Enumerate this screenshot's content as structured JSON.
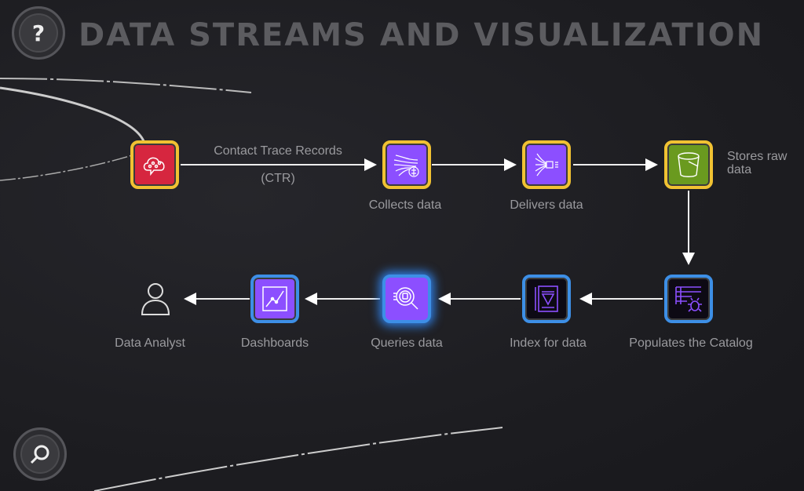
{
  "title": "DATA STREAMS AND VISUALIZATION",
  "help_icon": "?",
  "edge_label": {
    "line1": "Contact Trace Records",
    "line2": "(CTR)"
  },
  "nodes": {
    "source": {
      "label": "",
      "color": "#d6263f"
    },
    "collects": {
      "label": "Collects data",
      "color": "#8c4fff"
    },
    "delivers": {
      "label": "Delivers data",
      "color": "#8c4fff"
    },
    "stores": {
      "label1": "Stores raw",
      "label2": "data",
      "color": "#6a9a1f"
    },
    "populates": {
      "label": "Populates the Catalog",
      "color": "#0d0a14"
    },
    "index": {
      "label": "Index for data",
      "color": "#0d0a14"
    },
    "queries": {
      "label": "Queries data",
      "color": "#8c4fff"
    },
    "dashboards": {
      "label": "Dashboards",
      "color": "#8c4fff"
    },
    "analyst": {
      "label": "Data Analyst"
    }
  }
}
